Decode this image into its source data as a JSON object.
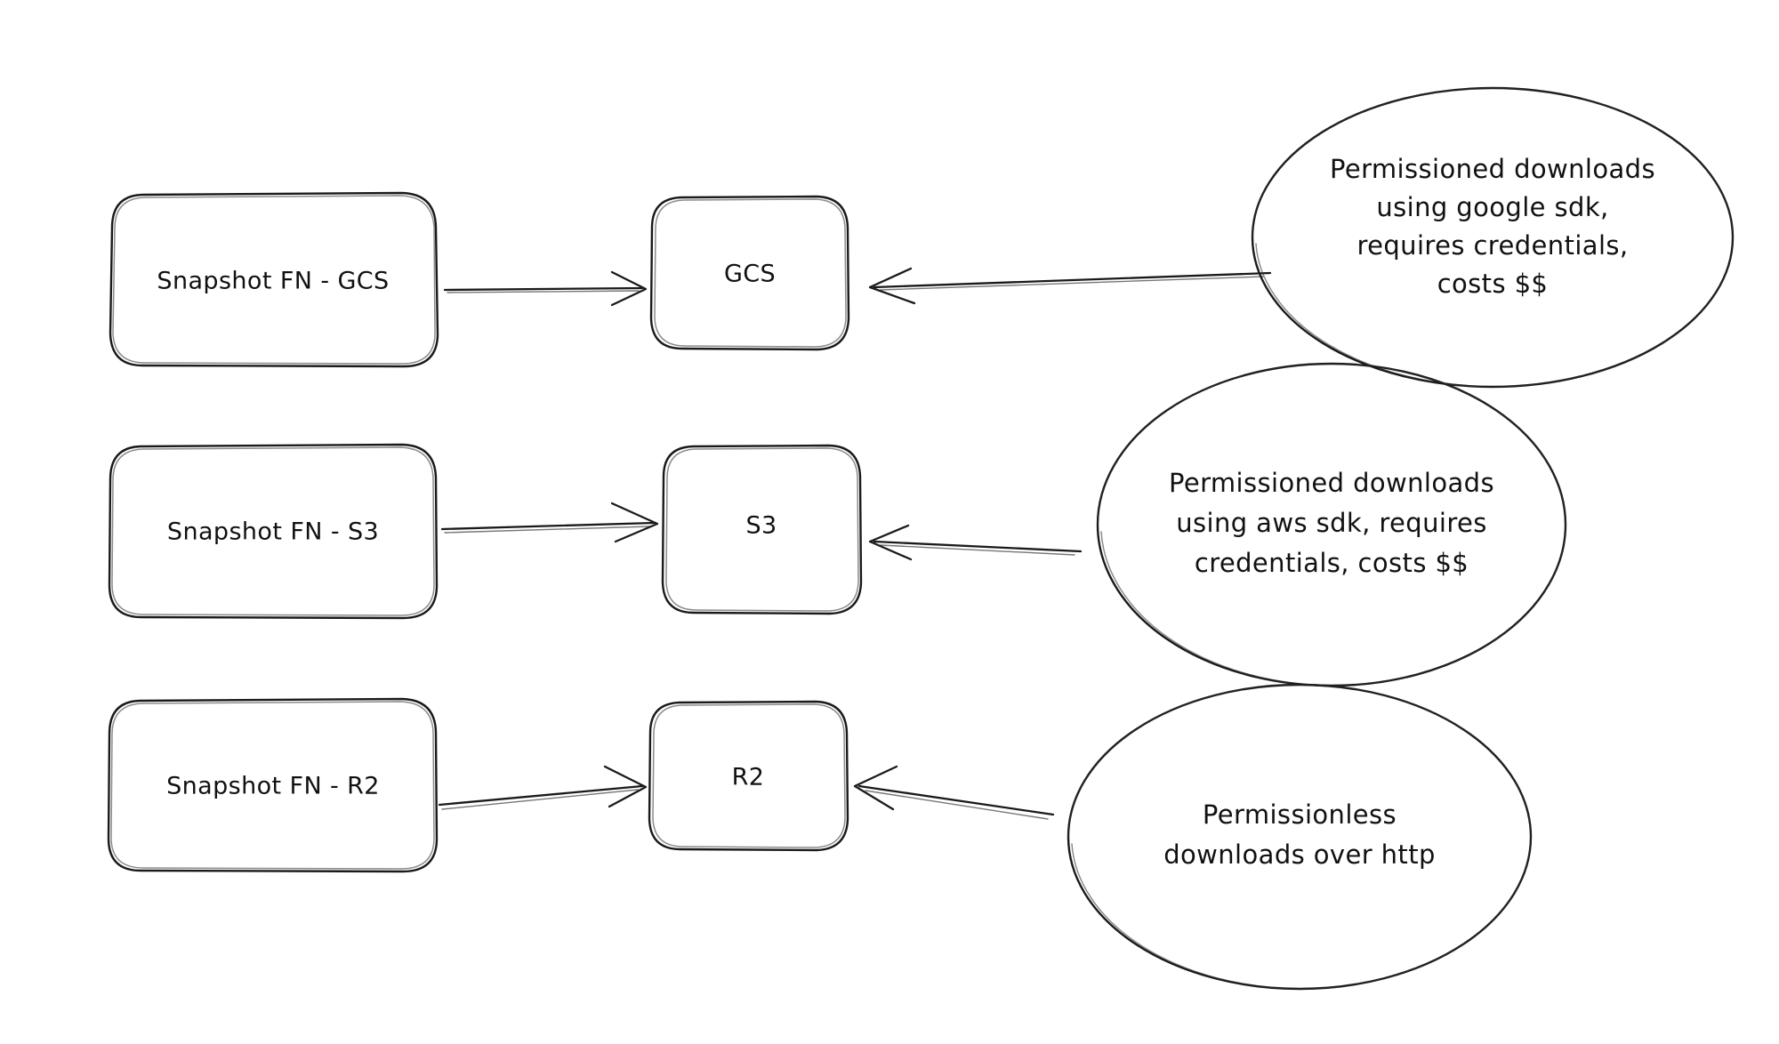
{
  "diagram": {
    "background_color": "#ffffff",
    "stroke_color": "#1a1a1a",
    "text_color": "#111111",
    "style": "hand-drawn sketch"
  },
  "nodes": {
    "source_boxes": [
      {
        "id": "snapshot-fn-gcs",
        "label": "Snapshot FN - GCS"
      },
      {
        "id": "snapshot-fn-s3",
        "label": "Snapshot FN - S3"
      },
      {
        "id": "snapshot-fn-r2",
        "label": "Snapshot FN - R2"
      }
    ],
    "store_boxes": [
      {
        "id": "gcs",
        "label": "GCS"
      },
      {
        "id": "s3",
        "label": "S3"
      },
      {
        "id": "r2",
        "label": "R2"
      }
    ],
    "notes": [
      {
        "id": "note-gcs",
        "lines": [
          "Permissioned downloads",
          "using google sdk,",
          "requires credentials,",
          "costs $$"
        ]
      },
      {
        "id": "note-s3",
        "lines": [
          "Permissioned downloads",
          "using aws sdk, requires",
          "credentials, costs $$"
        ]
      },
      {
        "id": "note-r2",
        "lines": [
          "Permissionless",
          "downloads over http"
        ]
      }
    ]
  },
  "edges": [
    {
      "id": "edge-gcs-out",
      "from": "snapshot-fn-gcs",
      "to": "gcs",
      "direction": "right"
    },
    {
      "id": "edge-gcs-in",
      "from": "note-gcs",
      "to": "gcs",
      "direction": "left"
    },
    {
      "id": "edge-s3-out",
      "from": "snapshot-fn-s3",
      "to": "s3",
      "direction": "right"
    },
    {
      "id": "edge-s3-in",
      "from": "note-s3",
      "to": "s3",
      "direction": "left"
    },
    {
      "id": "edge-r2-out",
      "from": "snapshot-fn-r2",
      "to": "r2",
      "direction": "right"
    },
    {
      "id": "edge-r2-in",
      "from": "note-r2",
      "to": "r2",
      "direction": "left"
    }
  ]
}
